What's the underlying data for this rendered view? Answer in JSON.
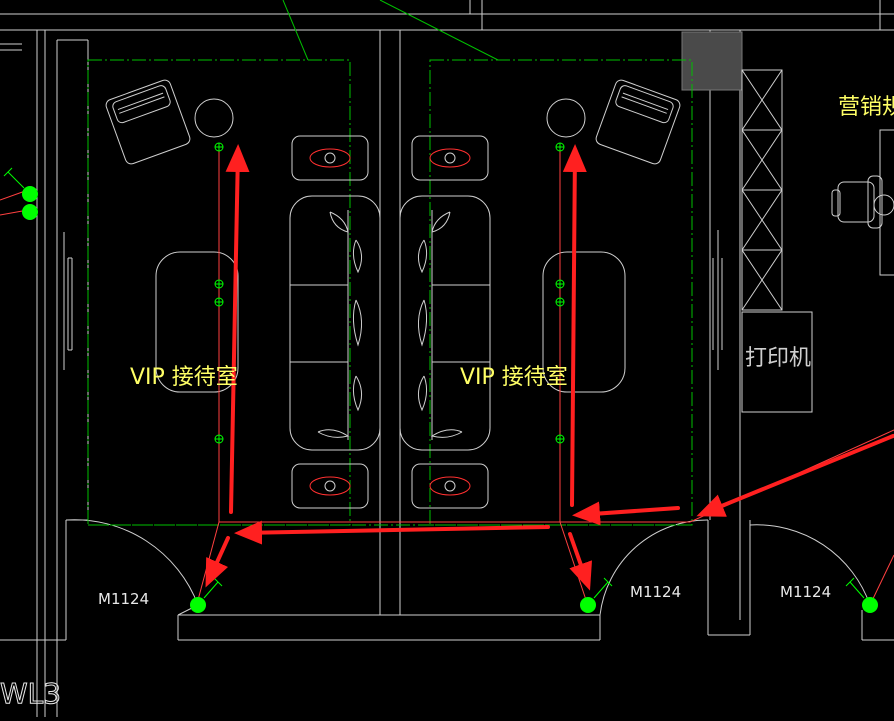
{
  "drawing": {
    "room_labels": [
      "VIP 接待室",
      "VIP 接待室"
    ],
    "door_tags": [
      "M1124",
      "M1124",
      "M1124"
    ],
    "printer_label": "打印机",
    "marketing_label": "营销规",
    "circuit_label": "WL3"
  },
  "colors": {
    "background": "#000000",
    "wall": "#ffffff",
    "furniture": "#d9d9d9",
    "zone": "#00c000",
    "fixture": "#00ff00",
    "arrow": "#ff2020",
    "wire": "#ff4040",
    "text": "#ffff66",
    "dark_block": "#4a4a4a"
  }
}
